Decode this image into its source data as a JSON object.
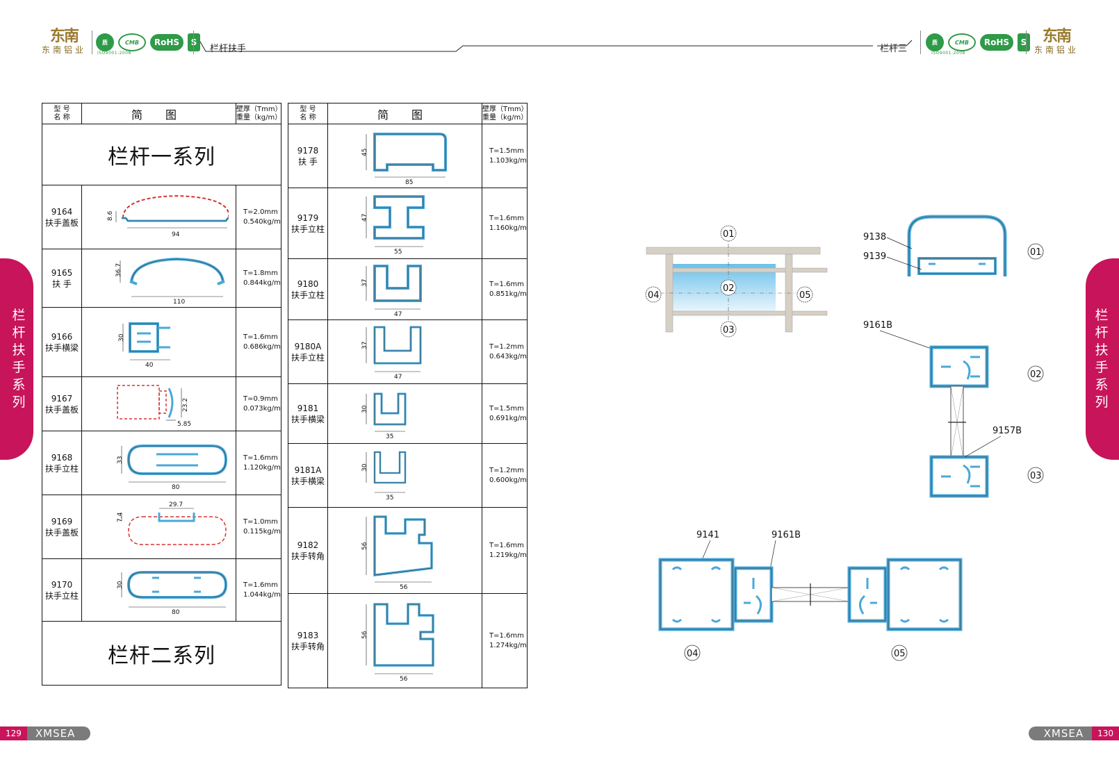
{
  "header": {
    "brand_logo": "东南",
    "brand_name": "东南铝业",
    "cert_badges": [
      "质",
      "CMB",
      "RoHS",
      "S"
    ],
    "iso_text": "ISO9001:2008",
    "left_title": "栏杆扶手",
    "right_title": "栏杆三"
  },
  "side_tab": "栏杆扶手系列",
  "footer": {
    "left_page": "129",
    "right_page": "130",
    "brand": "XMSEA"
  },
  "table_header": {
    "col1_line1": "型 号",
    "col1_line2": "名 称",
    "col2": "简 图",
    "col3_line1": "壁厚（Tmm）",
    "col3_line2": "重量（kg/m）"
  },
  "left_table": {
    "series1": "栏杆一系列",
    "series2": "栏杆二系列",
    "rows": [
      {
        "code": "9164",
        "name": "扶手盖板",
        "t": "T=2.0mm",
        "w": "0.540kg/m",
        "dims": [
          "8.6",
          "94"
        ]
      },
      {
        "code": "9165",
        "name": "扶 手",
        "t": "T=1.8mm",
        "w": "0.844kg/m",
        "dims": [
          "36.7",
          "110"
        ]
      },
      {
        "code": "9166",
        "name": "扶手横梁",
        "t": "T=1.6mm",
        "w": "0.686kg/m",
        "dims": [
          "30",
          "40"
        ]
      },
      {
        "code": "9167",
        "name": "扶手盖板",
        "t": "T=0.9mm",
        "w": "0.073kg/m",
        "dims": [
          "23.2",
          "5.85"
        ]
      },
      {
        "code": "9168",
        "name": "扶手立柱",
        "t": "T=1.6mm",
        "w": "1.120kg/m",
        "dims": [
          "33",
          "80"
        ]
      },
      {
        "code": "9169",
        "name": "扶手盖板",
        "t": "T=1.0mm",
        "w": "0.115kg/m",
        "dims": [
          "7.4",
          "29.7"
        ]
      },
      {
        "code": "9170",
        "name": "扶手立柱",
        "t": "T=1.6mm",
        "w": "1.044kg/m",
        "dims": [
          "30",
          "80"
        ]
      }
    ]
  },
  "right_table": {
    "rows": [
      {
        "code": "9178",
        "name": "扶 手",
        "t": "T=1.5mm",
        "w": "1.103kg/m",
        "dims": [
          "45",
          "85"
        ]
      },
      {
        "code": "9179",
        "name": "扶手立柱",
        "t": "T=1.6mm",
        "w": "1.160kg/m",
        "dims": [
          "47",
          "55"
        ]
      },
      {
        "code": "9180",
        "name": "扶手立柱",
        "t": "T=1.6mm",
        "w": "0.851kg/m",
        "dims": [
          "37",
          "47"
        ]
      },
      {
        "code": "9180A",
        "name": "扶手立柱",
        "t": "T=1.2mm",
        "w": "0.643kg/m",
        "dims": [
          "37",
          "47"
        ]
      },
      {
        "code": "9181",
        "name": "扶手横梁",
        "t": "T=1.5mm",
        "w": "0.691kg/m",
        "dims": [
          "30",
          "35"
        ]
      },
      {
        "code": "9181A",
        "name": "扶手横梁",
        "t": "T=1.2mm",
        "w": "0.600kg/m",
        "dims": [
          "30",
          "35"
        ]
      },
      {
        "code": "9182",
        "name": "扶手转角",
        "t": "T=1.6mm",
        "w": "1.219kg/m",
        "dims": [
          "56",
          "56"
        ]
      },
      {
        "code": "9183",
        "name": "扶手转角",
        "t": "T=1.6mm",
        "w": "1.274kg/m",
        "dims": [
          "56",
          "56"
        ]
      }
    ]
  },
  "assembly": {
    "elevation_labels": [
      "01",
      "02",
      "03",
      "04",
      "05"
    ],
    "part_labels": {
      "p9138": "9138",
      "p9139": "9139",
      "p9161b_a": "9161B",
      "p9157b": "9157B",
      "p9141": "9141",
      "p9161b_b": "9161B"
    },
    "section_labels": [
      "01",
      "02",
      "03",
      "04",
      "05"
    ]
  },
  "colors": {
    "profile_blue": "#4aa8d8",
    "profile_red": "#d83030",
    "accent_magenta": "#c8145a",
    "cert_green": "#2f9a48"
  }
}
